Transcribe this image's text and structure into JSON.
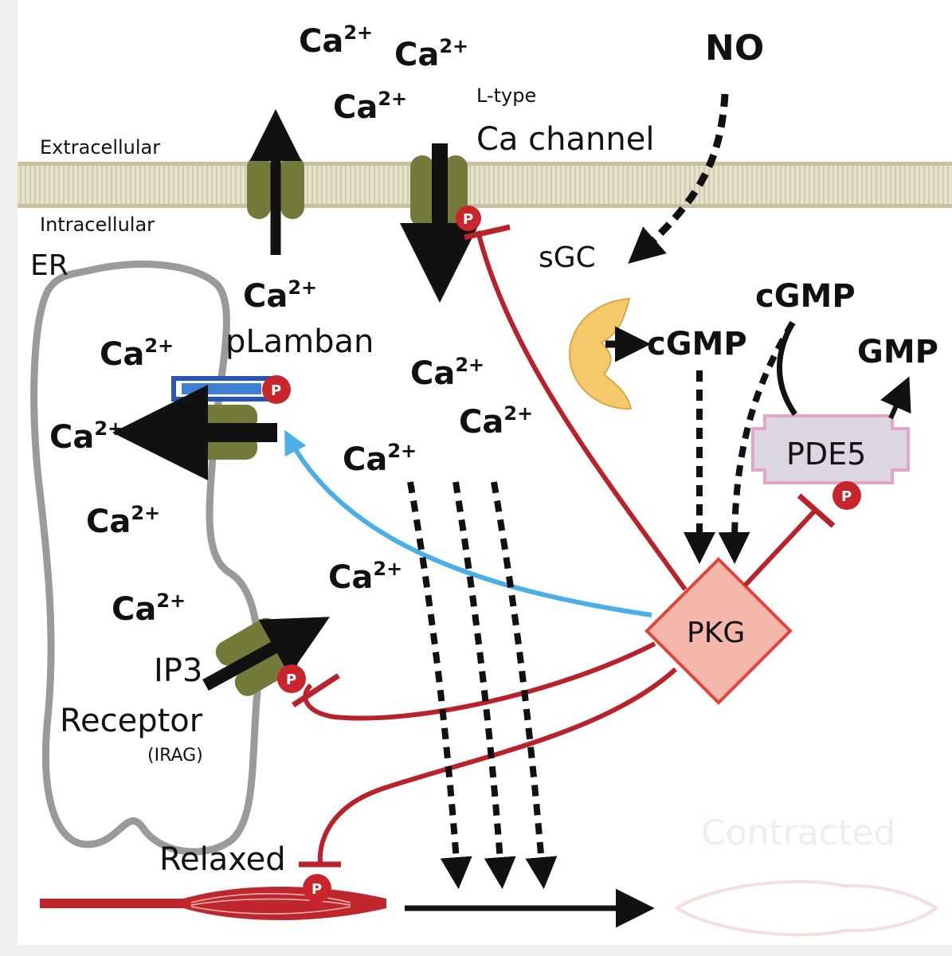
{
  "labels": {
    "extracellular": "Extracellular",
    "intracellular": "Intracellular",
    "er": "ER",
    "ltype": "L-type",
    "ca_channel": "Ca channel",
    "no": "NO",
    "sgc": "sGC",
    "cgmp": "cGMP",
    "gmp": "GMP",
    "pde5": "PDE5",
    "pkg": "PKG",
    "plamban": "pLamban",
    "ip3": "IP3",
    "receptor": "Receptor",
    "irag": "(IRAG)",
    "relaxed": "Relaxed",
    "contracted": "Contracted",
    "phospho": "P",
    "ca": "Ca",
    "ca_sup": "2+"
  },
  "colors": {
    "membrane": "#d6d0b8",
    "channel": "#737a3a",
    "inhibit": "#b8222a",
    "activate": "#4baee6",
    "pkg_fill": "#f5b7ac",
    "pkg_stroke": "#e0453b",
    "sgc": "#f5c96a",
    "pde5_fill": "#dcd6e2",
    "pde5_stroke": "#e3a5c8",
    "er_outline": "#9a9a9a",
    "plamban_bar": "#2b55b5"
  }
}
